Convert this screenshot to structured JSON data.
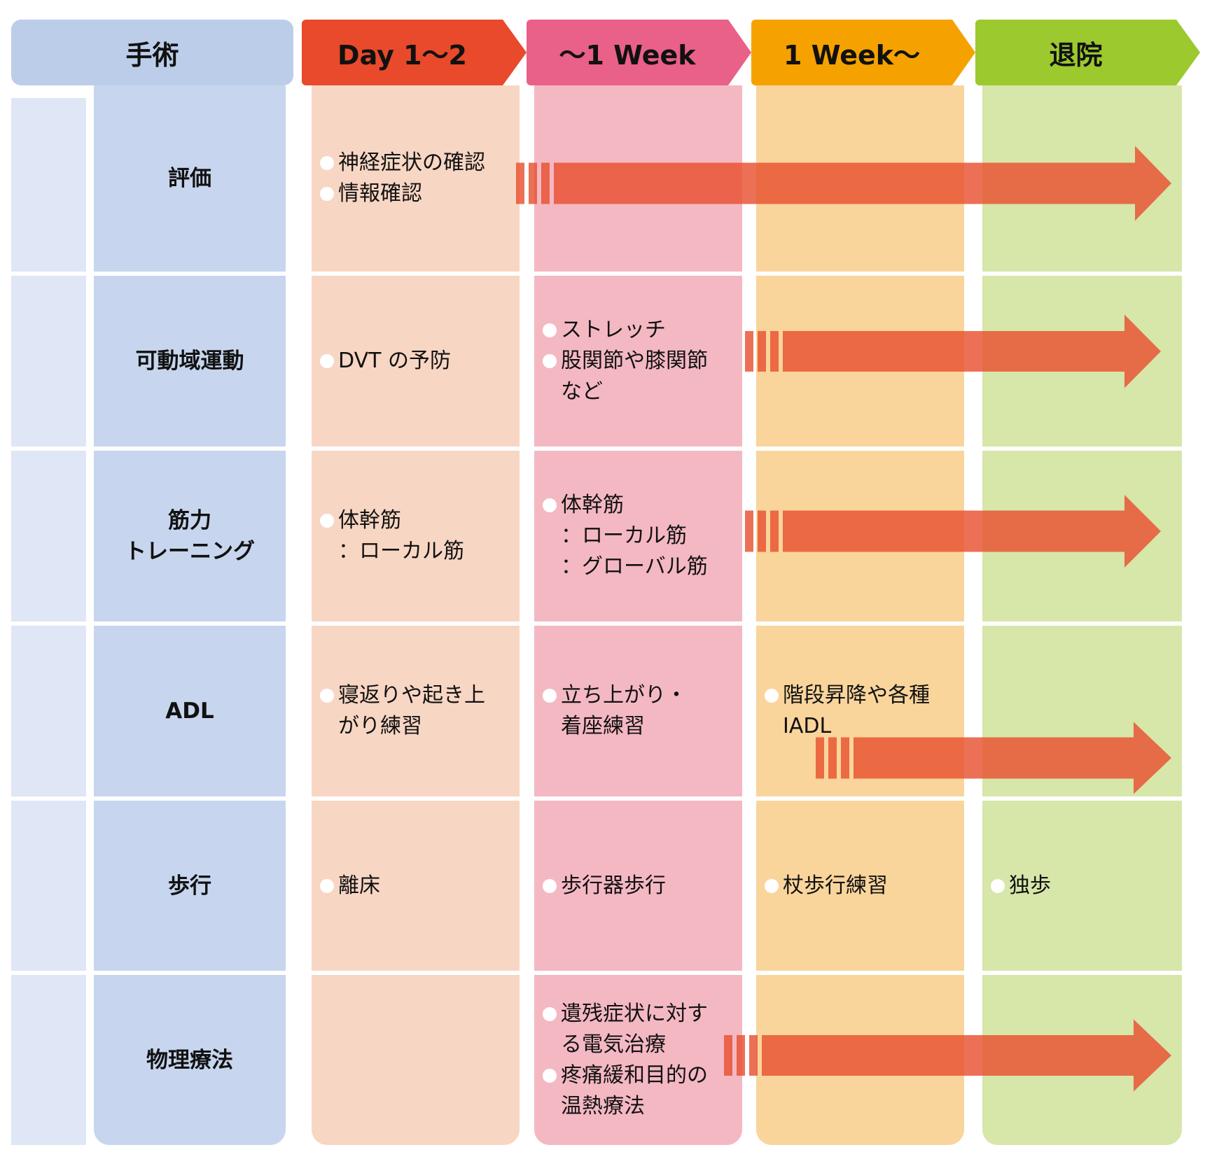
{
  "headers": {
    "surgery": "手術",
    "phases": [
      "Day 1〜2",
      "〜1 Week",
      "1 Week〜",
      "退院"
    ]
  },
  "colors": {
    "surgery_header": "#bccde9",
    "phase_headers": [
      "#e84a2b",
      "#e96088",
      "#f5a200",
      "#9bc92e"
    ],
    "phase_columns": [
      "#f8d6c4",
      "#f4b8c3",
      "#f9d59c",
      "#d7e6a9"
    ],
    "label_column": "#c7d6ee",
    "left_column": "#dfe6f5",
    "arrow": "#e8502f"
  },
  "rows": [
    {
      "label": "評価",
      "cells": [
        [
          "神経症状の確認",
          "情報確認"
        ],
        [],
        [],
        []
      ]
    },
    {
      "label": "可動域運動",
      "cells": [
        [
          "DVT の予防"
        ],
        [
          "ストレッチ",
          "股関節や膝関節\nなど"
        ],
        [],
        []
      ]
    },
    {
      "label": "筋力\nトレーニング",
      "cells": [
        [
          "体幹筋\n：ローカル筋"
        ],
        [
          "体幹筋\n：ローカル筋\n：グローバル筋"
        ],
        [],
        []
      ]
    },
    {
      "label": "ADL",
      "cells": [
        [
          "寝返りや起き上\nがり練習"
        ],
        [
          "立ち上がり・\n着座練習"
        ],
        [
          "階段昇降や各種\nIADL"
        ],
        []
      ]
    },
    {
      "label": "歩行",
      "cells": [
        [
          "離床"
        ],
        [
          "歩行器歩行"
        ],
        [
          "杖歩行練習"
        ],
        [
          "独歩"
        ]
      ]
    },
    {
      "label": "物理療法",
      "cells": [
        [],
        [
          "遺残症状に対す\nる電気治療",
          "疼痛緩和目的の\n温熱療法"
        ],
        [],
        []
      ]
    }
  ]
}
